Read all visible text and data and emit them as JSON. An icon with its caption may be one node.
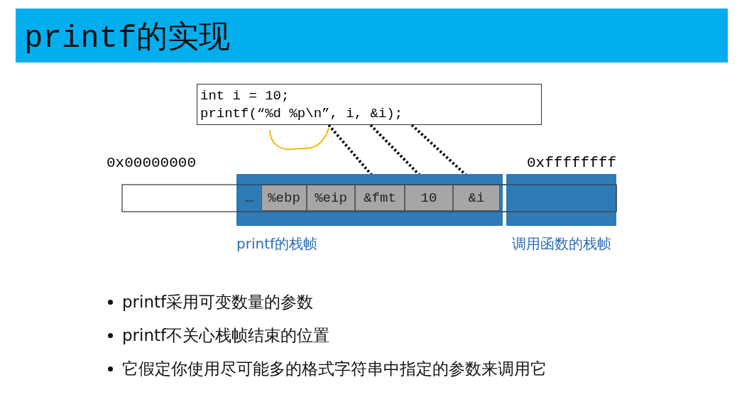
{
  "diagram": {
    "title": "printf的实现",
    "nodes": [
      {
        "text": [
          "int i = 10;",
          "printf(“%d %p\\n”, i, &i);"
        ]
      },
      {
        "text": [],
        "shape": "box",
        "beside": [
          "printf的栈帧"
        ]
      },
      {
        "text": [
          "…"
        ],
        "in": 1
      },
      {
        "text": [
          "%ebp"
        ],
        "in": 1
      },
      {
        "text": [
          "%eip"
        ],
        "in": 1
      },
      {
        "text": [
          "&fmt"
        ],
        "in": 1
      },
      {
        "text": [
          "10"
        ],
        "in": 1
      },
      {
        "text": [
          "&i"
        ],
        "in": 1
      },
      {
        "text": [],
        "shape": "box",
        "beside": [
          "调用函数的栈帧"
        ]
      }
    ],
    "edges": [
      {
        "from": 0,
        "to": 5,
        "arrow": "none",
        "style": "dashed"
      },
      {
        "from": 0,
        "to": 6,
        "arrow": "none",
        "style": "dashed"
      },
      {
        "from": 0,
        "to": 7,
        "arrow": "none",
        "style": "dashed"
      }
    ],
    "labels": [
      "0x00000000",
      "0xffffffff",
      "printf采用可变数量的参数",
      "printf不关心栈帧结束的位置",
      "它假定你使用尽可能多的格式字符串中指定的参数来调用它"
    ]
  }
}
